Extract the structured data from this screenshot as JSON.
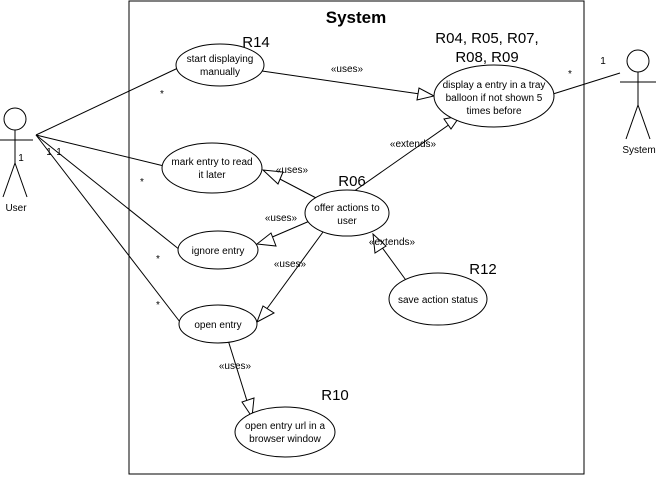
{
  "system_boundary": {
    "title": "System"
  },
  "actors": {
    "user": {
      "name": "User"
    },
    "system": {
      "name": "System"
    }
  },
  "use_cases": {
    "start_displaying": [
      "start displaying",
      "manually"
    ],
    "display_entry": [
      "display a entry in a tray",
      "balloon if not shown 5",
      "times before"
    ],
    "mark_entry": [
      "mark entry to read",
      "it later"
    ],
    "offer_actions": [
      "offer actions to",
      "user"
    ],
    "ignore_entry": [
      "ignore entry"
    ],
    "save_action": [
      "save action status"
    ],
    "open_entry": [
      "open entry"
    ],
    "open_url": [
      "open entry url in a",
      "browser window"
    ]
  },
  "requirements": {
    "r14": "R14",
    "r04_line1": "R04, R05, R07,",
    "r04_line2": "R08, R09",
    "r06": "R06",
    "r12": "R12",
    "r10": "R10"
  },
  "stereotypes": {
    "uses_top": "«uses»",
    "extends_display": "«extends»",
    "uses_mark": "«uses»",
    "uses_ignore": "«uses»",
    "uses_open": "«uses»",
    "extends_save": "«extends»",
    "uses_url": "«uses»"
  },
  "multiplicities": {
    "user_one_a": "1",
    "user_one_b": "1",
    "user_one_c": "1",
    "start_star": "*",
    "mark_star": "*",
    "ignore_star": "*",
    "open_star": "*",
    "system_star": "*",
    "system_one": "1"
  }
}
